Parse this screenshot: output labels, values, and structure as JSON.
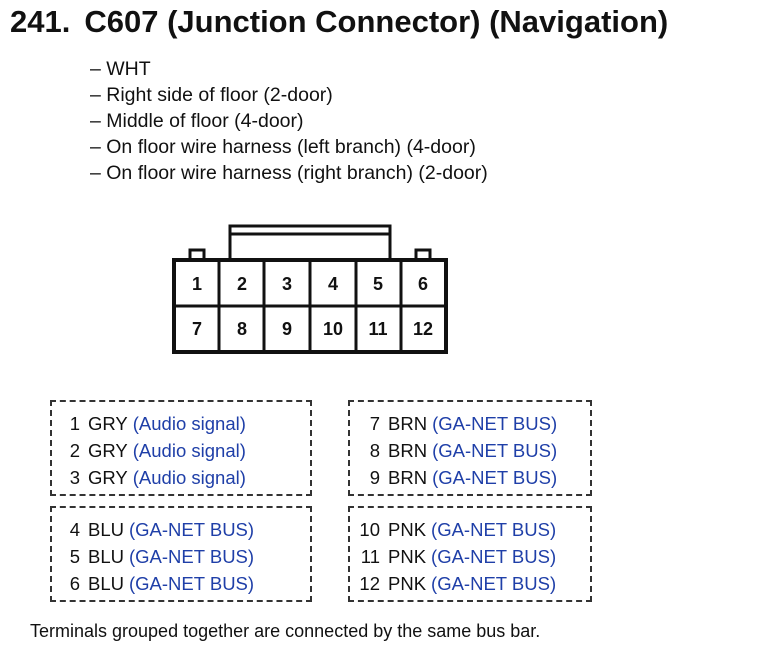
{
  "title": {
    "number": "241.",
    "text": "C607 (Junction Connector) (Navigation)"
  },
  "notes": [
    "– WHT",
    "– Right side of floor (2-door)",
    "– Middle of floor (4-door)",
    "– On floor wire harness (left branch) (4-door)",
    "– On floor wire harness (right branch) (2-door)"
  ],
  "connector": {
    "top_row": [
      "1",
      "2",
      "3",
      "4",
      "5",
      "6"
    ],
    "bottom_row": [
      "7",
      "8",
      "9",
      "10",
      "11",
      "12"
    ]
  },
  "groups": [
    {
      "pins": [
        {
          "pin": "1",
          "color": "GRY",
          "signal": "(Audio signal)"
        },
        {
          "pin": "2",
          "color": "GRY",
          "signal": "(Audio signal)"
        },
        {
          "pin": "3",
          "color": "GRY",
          "signal": "(Audio signal)"
        }
      ]
    },
    {
      "pins": [
        {
          "pin": "7",
          "color": "BRN",
          "signal": "(GA-NET BUS)"
        },
        {
          "pin": "8",
          "color": "BRN",
          "signal": "(GA-NET BUS)"
        },
        {
          "pin": "9",
          "color": "BRN",
          "signal": "(GA-NET BUS)"
        }
      ]
    },
    {
      "pins": [
        {
          "pin": "4",
          "color": "BLU",
          "signal": "(GA-NET BUS)"
        },
        {
          "pin": "5",
          "color": "BLU",
          "signal": "(GA-NET BUS)"
        },
        {
          "pin": "6",
          "color": "BLU",
          "signal": "(GA-NET BUS)"
        }
      ]
    },
    {
      "pins": [
        {
          "pin": "10",
          "color": "PNK",
          "signal": "(GA-NET BUS)"
        },
        {
          "pin": "11",
          "color": "PNK",
          "signal": "(GA-NET BUS)"
        },
        {
          "pin": "12",
          "color": "PNK",
          "signal": "(GA-NET BUS)"
        }
      ]
    }
  ],
  "footer": "Terminals grouped together are connected by the same bus bar.",
  "colors": {
    "text": "#111111",
    "signal": "#1f3fa8",
    "border": "#333333"
  }
}
